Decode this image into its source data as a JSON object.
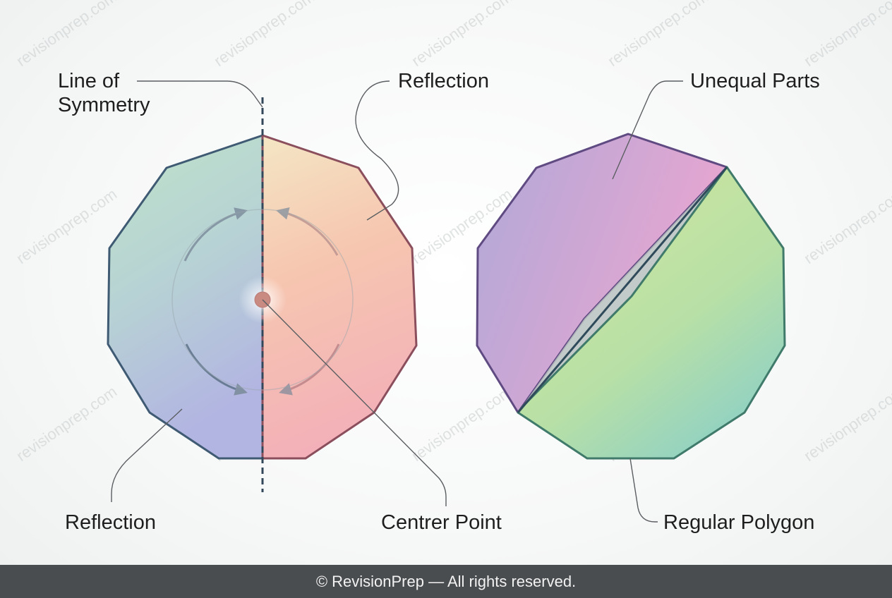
{
  "labels": {
    "line_of_symmetry_1": "Line of",
    "line_of_symmetry_2": "Symmetry",
    "reflection_top": "Reflection",
    "unequal_parts": "Unequal Parts",
    "reflection_bottom": "Reflection",
    "centre_point": "Centrer Point",
    "regular_polygon": "Regular Polygon"
  },
  "watermark": "revisionprep.com",
  "footer": "© RevisionPrep — All rights reserved.",
  "colors": {
    "left_half_top": "#b9dec9",
    "left_half_bottom": "#b4b9e0",
    "right_half_top": "#f5e4c4",
    "right_half_bottom": "#f4b3b6",
    "left_outline": "#3f5a73",
    "right_outline": "#8a4e5c",
    "purple_part": "#b5a6d8",
    "pink_part": "#e6a9d2",
    "green_part": "#c6e2a0",
    "teal_part": "#8fd0c9",
    "centre_point": "#c98a82",
    "footer_bg": "#4a4d50"
  }
}
